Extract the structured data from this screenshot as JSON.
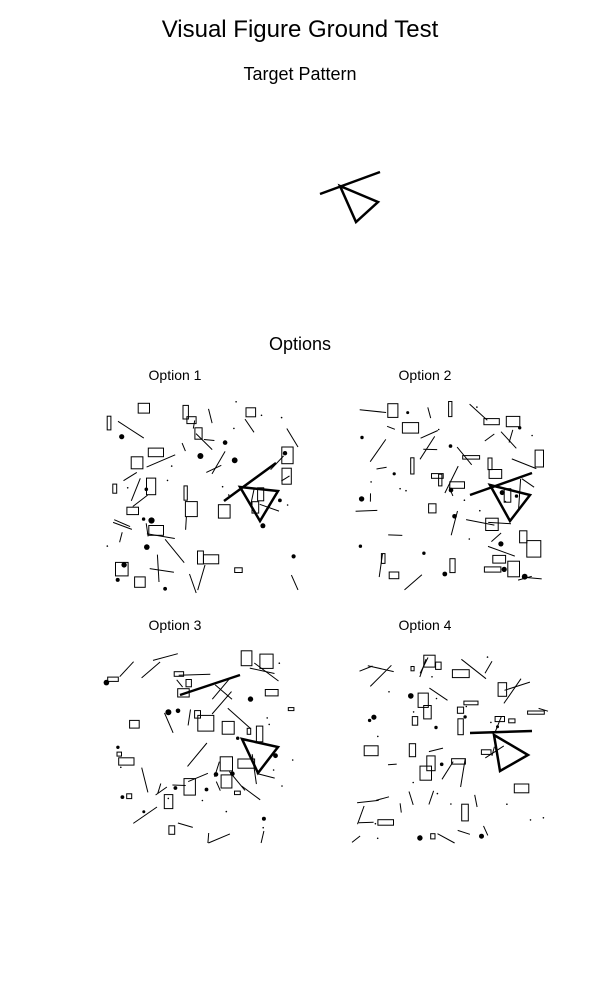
{
  "title": "Visual Figure Ground Test",
  "target_label": "Target Pattern",
  "options_label": "Options",
  "options": [
    {
      "label": "Option 1"
    },
    {
      "label": "Option 2"
    },
    {
      "label": "Option 3"
    },
    {
      "label": "Option 4"
    }
  ]
}
